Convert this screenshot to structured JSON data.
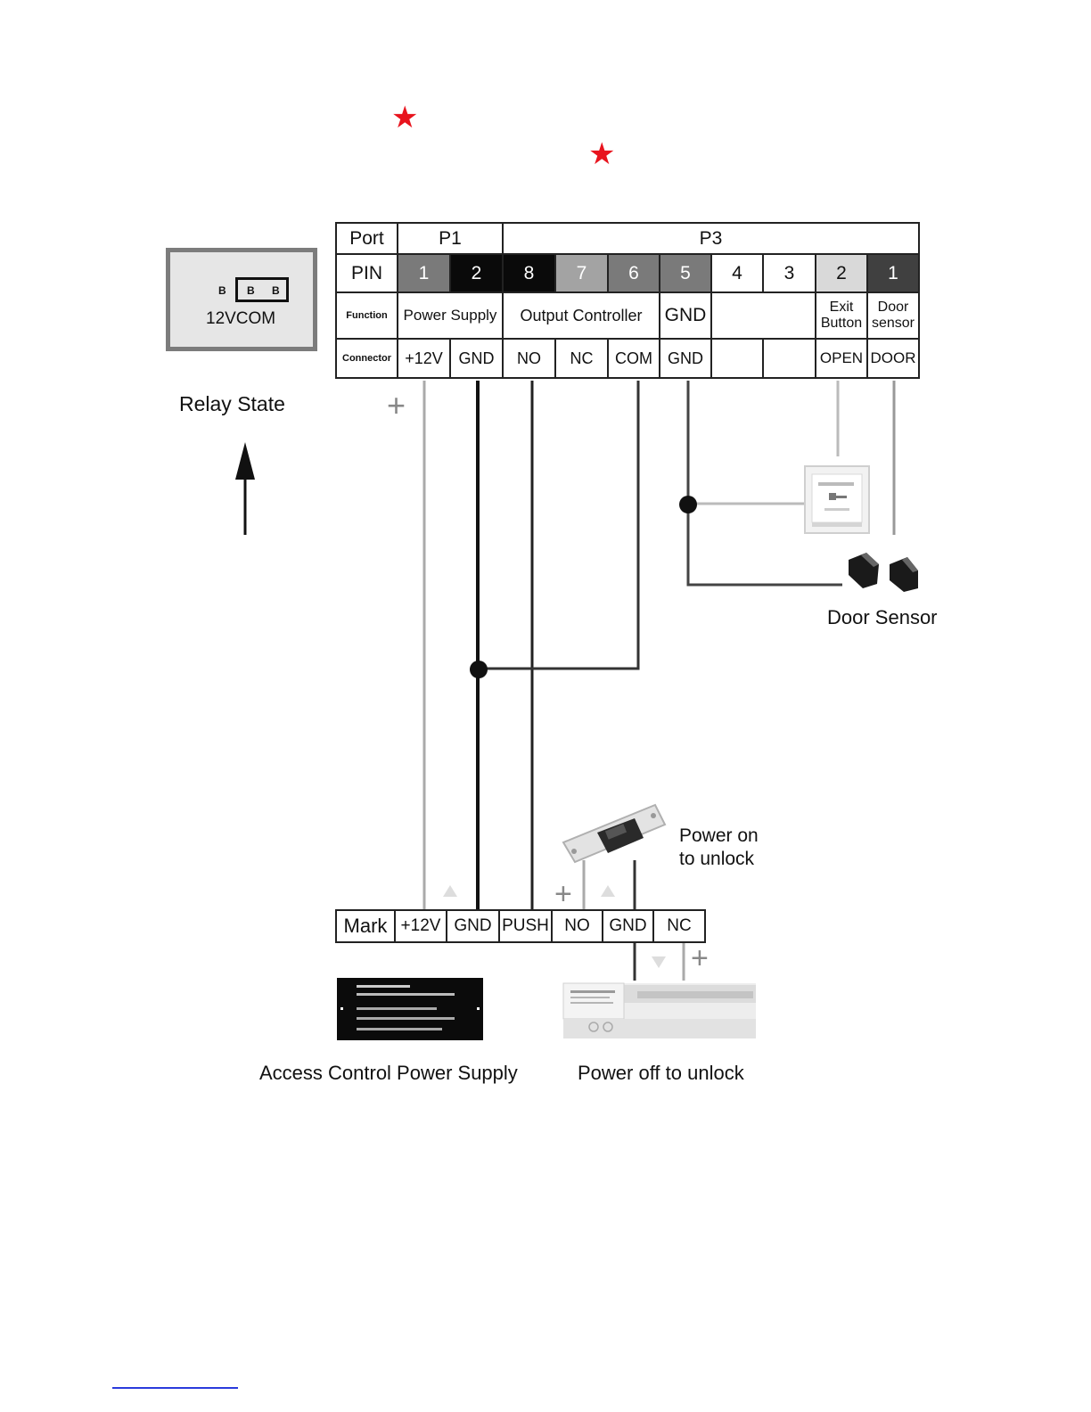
{
  "stars": [
    "★",
    "★"
  ],
  "relay": {
    "pin_mark": "B",
    "label": "12VCOM",
    "caption": "Relay State"
  },
  "table": {
    "port_label": "Port",
    "pin_label": "PIN",
    "function_label": "Function",
    "connector_label": "Connector",
    "ports": [
      "P1",
      "P3"
    ],
    "pins": [
      {
        "num": "1",
        "bg": "#7a7a7a",
        "fg": "#ffffff"
      },
      {
        "num": "2",
        "bg": "#0a0a0a",
        "fg": "#ffffff"
      },
      {
        "num": "8",
        "bg": "#0a0a0a",
        "fg": "#ffffff"
      },
      {
        "num": "7",
        "bg": "#a3a3a3",
        "fg": "#ffffff"
      },
      {
        "num": "6",
        "bg": "#7a7a7a",
        "fg": "#ffffff"
      },
      {
        "num": "5",
        "bg": "#7a7a7a",
        "fg": "#ffffff"
      },
      {
        "num": "4",
        "bg": "#ffffff",
        "fg": "#111111"
      },
      {
        "num": "3",
        "bg": "#ffffff",
        "fg": "#111111"
      },
      {
        "num": "2",
        "bg": "#d9d9d9",
        "fg": "#111111"
      },
      {
        "num": "1",
        "bg": "#404040",
        "fg": "#ffffff"
      }
    ],
    "functions": {
      "power_supply": "Power Supply",
      "output_controller": "Output Controller",
      "gnd": "GND",
      "exit_button": "Exit Button",
      "door_sensor": "Door sensor"
    },
    "connectors": [
      "+12V",
      "GND",
      "NO",
      "NC",
      "COM",
      "GND",
      "",
      "",
      "OPEN",
      "DOOR"
    ]
  },
  "plus_sign": "+",
  "exit_button_icon": "exit-button-icon",
  "door_sensor_caption": "Door Sensor",
  "lock_on_caption": [
    "Power on",
    "to unlock"
  ],
  "mark_row": [
    "Mark",
    "+12V",
    "GND",
    "PUSH",
    "NO",
    "GND",
    "NC"
  ],
  "psu_caption": "Access Control Power Supply",
  "lock_off_caption": "Power off to unlock"
}
